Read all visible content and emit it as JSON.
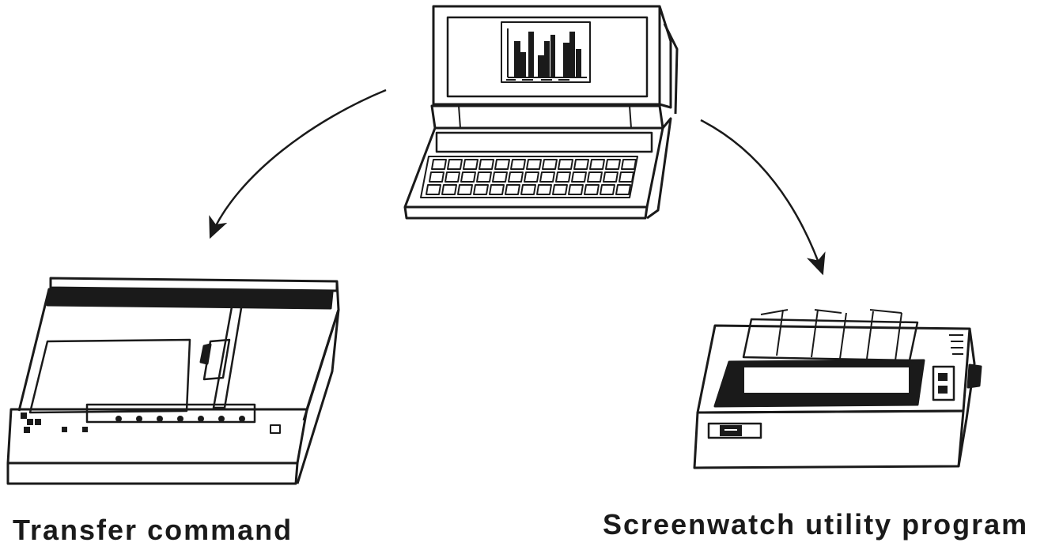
{
  "labels": {
    "left": "Transfer command",
    "right": "Screenwatch utility program"
  },
  "devices": {
    "center": "laptop-computer",
    "left": "pen-plotter",
    "right": "dot-matrix-printer"
  },
  "colors": {
    "ink": "#1a1a1a",
    "paper": "#ffffff"
  }
}
